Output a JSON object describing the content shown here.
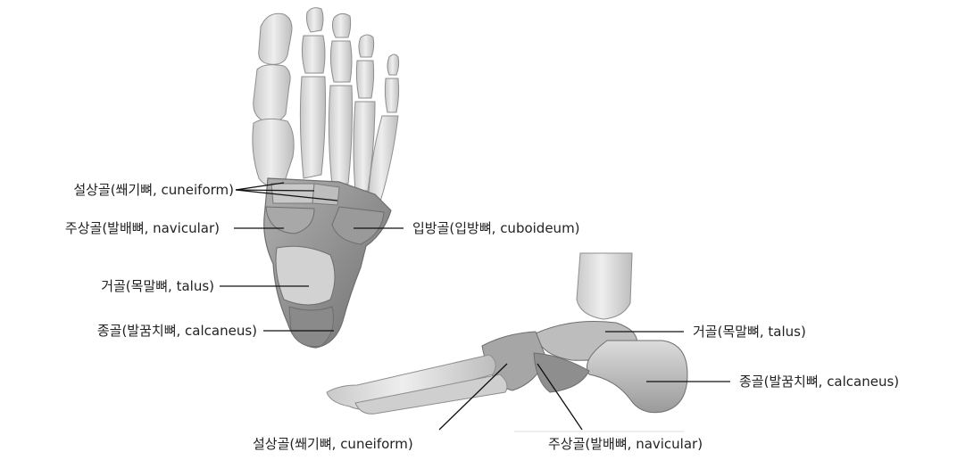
{
  "dorsal_view": {
    "labels": {
      "cuneiform": "설상골(쐐기뼈, cuneiform)",
      "navicular": "주상골(발배뼈, navicular)",
      "talus": "거골(목말뼈, talus)",
      "calcaneus": "종골(발꿈치뼈, calcaneus)",
      "cuboid": "입방골(입방뼈, cuboideum)"
    }
  },
  "lateral_view": {
    "labels": {
      "talus": "거골(목말뼈, talus)",
      "calcaneus": "종골(발꿈치뼈, calcaneus)",
      "cuneiform": "설상골(쐐기뼈, cuneiform)",
      "navicular": "주상골(발배뼈, navicular)"
    }
  },
  "colors": {
    "bone_light": "#e2e2e2",
    "bone_mid": "#c4c4c4",
    "bone_dark": "#8a8a8a",
    "leader_line": "#111111"
  }
}
